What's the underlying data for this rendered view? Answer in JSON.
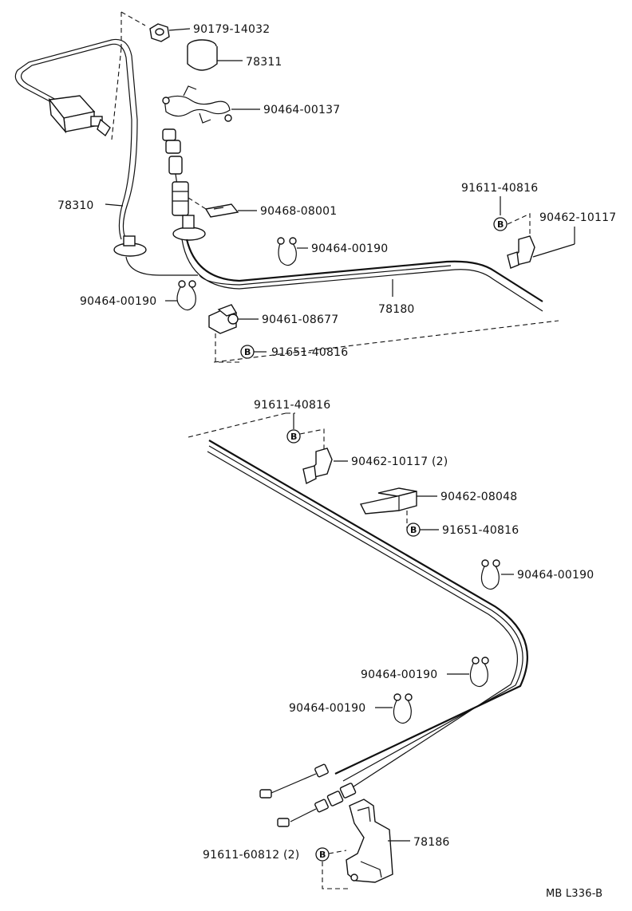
{
  "labels": {
    "p90179_14032": "90179-14032",
    "p78311": "78311",
    "p90464_00137": "90464-00137",
    "p78310": "78310",
    "p90468_08001": "90468-08001",
    "p91611_40816_top": "91611-40816",
    "p90462_10117_top": "90462-10117",
    "p90464_00190_a": "90464-00190",
    "p90464_00190_b": "90464-00190",
    "p78180": "78180",
    "p90461_08677": "90461-08677",
    "p91651_40816_top": "91651-40816",
    "p91611_40816_mid": "91611-40816",
    "p90462_10117_mid": "90462-10117  (2)",
    "p90462_08048": "90462-08048",
    "p91651_40816_mid": "91651-40816",
    "p90464_00190_c": "90464-00190",
    "p90464_00190_d": "90464-00190",
    "p90464_00190_e": "90464-00190",
    "p91611_60812": "91611-60812  (2)",
    "p78186": "78186",
    "b_symbol": "B",
    "diagram_code": "MB L336-B"
  }
}
